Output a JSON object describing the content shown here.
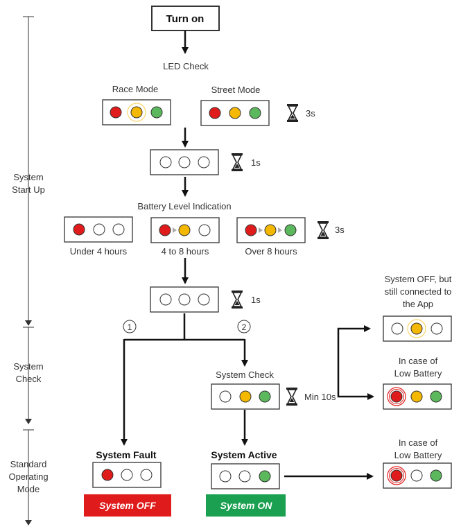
{
  "colors": {
    "red": "#e01b1b",
    "yellow": "#f5b800",
    "green": "#5cb85c",
    "off": "#ffffff",
    "system_off_bg": "#e01b1b",
    "system_on_bg": "#1aa050"
  },
  "start": {
    "title": "Turn on"
  },
  "led_check": {
    "label": "LED Check"
  },
  "race_mode": {
    "label": "Race Mode"
  },
  "street_mode": {
    "label": "Street Mode"
  },
  "timers": {
    "three_s_a": "3s",
    "one_s_a": "1s",
    "three_s_b": "3s",
    "one_s_b": "1s",
    "min_10s": "Min 10s"
  },
  "battery": {
    "title": "Battery Level Indication",
    "under_4": "Under 4 hours",
    "four_to_8": "4 to 8 hours",
    "over_8": "Over 8 hours"
  },
  "branches": {
    "one": "1",
    "two": "2"
  },
  "system_check": {
    "label": "System Check"
  },
  "app_connected": {
    "line1": "System OFF, but",
    "line2": "still connected to",
    "line3": "the App"
  },
  "low_battery_a": {
    "line1": "In case of",
    "line2": "Low Battery"
  },
  "low_battery_b": {
    "line1": "In case of",
    "line2": "Low Battery"
  },
  "system_fault": {
    "label": "System Fault",
    "status": "System OFF"
  },
  "system_active": {
    "label": "System Active",
    "status": "System ON"
  },
  "phases": {
    "startup": {
      "line1": "System",
      "line2": "Start Up"
    },
    "check": {
      "line1": "System",
      "line2": "Check"
    },
    "standard": {
      "line1": "Standard",
      "line2": "Operating",
      "line3": "Mode"
    }
  }
}
